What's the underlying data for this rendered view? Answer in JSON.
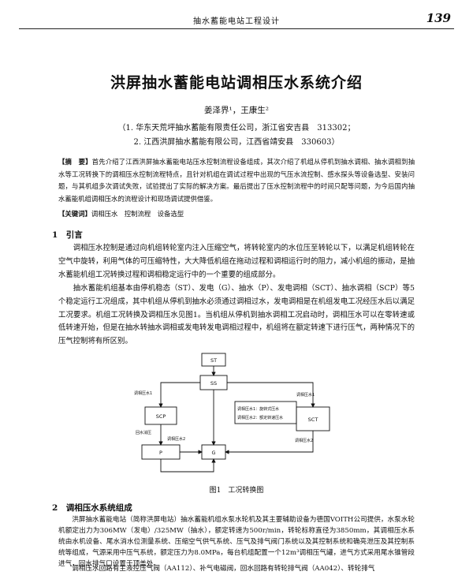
{
  "header": {
    "running_title": "抽水蓄能电站工程设计",
    "page_number": "139"
  },
  "title": "洪屏抽水蓄能电站调相压水系统介绍",
  "authors": "姜泽界¹，王康生²",
  "affiliations": [
    "（1. 华东天荒坪抽水蓄能有限责任公司，浙江省安吉县　313302；",
    "2. 江西洪屏抽水蓄能有限公司，江西省靖安县　330603）"
  ],
  "abstract": {
    "label": "【摘　要】",
    "text": "首先介绍了江西洪屏抽水蓄能电站压水控制流程设备组成，其次介绍了机组从停机到抽水调相、抽水调相到抽水等工况转换下的调相压水控制流程特点，且针对机组在调试过程中出现的气压水流控制、感水探头等设备选型、安装问题，与其机组多次调试失败，试验提出了实际的解决方案。最后提出了压水控制流程中的时间只配等问题，为今后国内抽水蓄能机组调相压水的流程设计和现场调试提供借鉴。"
  },
  "keywords": {
    "label": "【关键词】",
    "text": "调相压水　控制流程　设备选型"
  },
  "sections": [
    {
      "title": "1　引言"
    },
    {
      "title": "2　调相压水系统组成"
    }
  ],
  "paragraphs": [
    "调相压水控制是通过向机组转轮室内注入压缩空气，将转轮室内的水位压至转轮以下，以满足机组转轮在空气中旋转，利用气体的可压缩特性，大大降低机组在拖动过程和调相运行时的阻力，减小机组的振动，是抽水蓄能机组工况转换过程和调相稳定运行中的一个重要的组成部分。",
    "抽水蓄能机组基本由停机稳态（ST）、发电（G）、抽水（P）、发电调相（SCT）、抽水调相（SCP）等5个稳定运行工况组成，其中机组从停机到抽水必须通过调相过水，发电调相是在机组发电工况经压水后以满足工况要求。机组工况转换及调相压水见图1。当机组从停机到抽水调相工况启动时，调相压水可以在零转速或低转速开始，但是在抽水转抽水调相或发电转发电调相过程中，机组将在额定转速下进行压气，两种情况下的压气控制将有所区别。",
    "洪屏抽水蓄能电站（简称洪屏电站）抽水蓄能机组水泵水轮机及其主要辅助设备为德国VOITH公司提供，水泵水轮机额定出力为306MW（发电）/325MW（抽水），额定转速为500r/min，转轮标称直径为3850mm，其调相压水系统由水机设备、尾水消水位测量系统、压缩空气供气系统、压气及排气阀门系统以及其控制系统和确亮泄压及其控制系统等组成，气源采用中压气系统，额定压力为8.0MPa，每台机组配置一个12m³调相压气罐，进气方式采用尾水锥管段进气，回水排气口设置于顶盖处。",
    "调相压水回路有主液控压气阀（AA112）、补气电磁阀，回水回路有转轮排气阀（AA042）、转轮排气"
  ],
  "figure": {
    "caption": "图1　工况转换图",
    "nodes": {
      "st": "ST",
      "ss": "SS",
      "scp": "SCP",
      "sct": "SCT",
      "p": "P",
      "g": "G"
    },
    "labels": {
      "tiaoxiang1_left": "调相压水1",
      "huishui": "回水消压",
      "tiaoxiang2_left": "调相压水2",
      "legend1": "调相压水1：旋转式压水",
      "legend2": "调相压水2：额定转速压水",
      "tiaoxiang1_right": "调相压水1",
      "tiaoxiang2_right": "调相压水2"
    }
  }
}
